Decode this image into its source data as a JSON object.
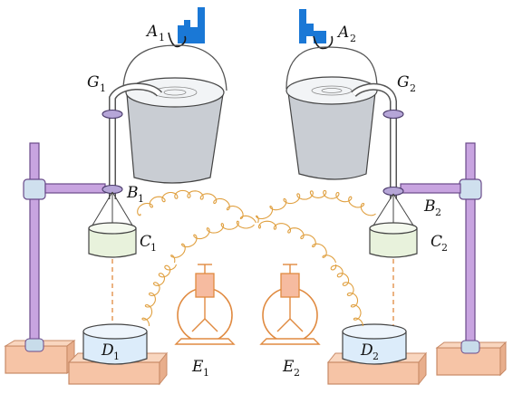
{
  "labels": {
    "A1": {
      "main": "A",
      "sub": "1"
    },
    "A2": {
      "main": "A",
      "sub": "2"
    },
    "G1": {
      "main": "G",
      "sub": "1"
    },
    "G2": {
      "main": "G",
      "sub": "2"
    },
    "B1": {
      "main": "B",
      "sub": "1"
    },
    "B2": {
      "main": "B",
      "sub": "2"
    },
    "C1": {
      "main": "C",
      "sub": "1"
    },
    "C2": {
      "main": "C",
      "sub": "2"
    },
    "D1": {
      "main": "D",
      "sub": "1"
    },
    "D2": {
      "main": "D",
      "sub": "2"
    },
    "E1": {
      "main": "E",
      "sub": "1"
    },
    "E2": {
      "main": "E",
      "sub": "2"
    }
  },
  "colors": {
    "frame": "#c8a4e0",
    "frame_stroke": "#6a4a8a",
    "base": "#f6c4a6",
    "base_stroke": "#c88a66",
    "bucket": "#c9cdd3",
    "bucket_water": "#f2f4f6",
    "cylinder": "#e8f2dc",
    "dish": "#dcecfa",
    "wire": "#e0a040",
    "pump": "#e08a40",
    "pump_fill": "#f6bba0",
    "hook": "#1a78d6",
    "ring": "#b6a6d8"
  }
}
